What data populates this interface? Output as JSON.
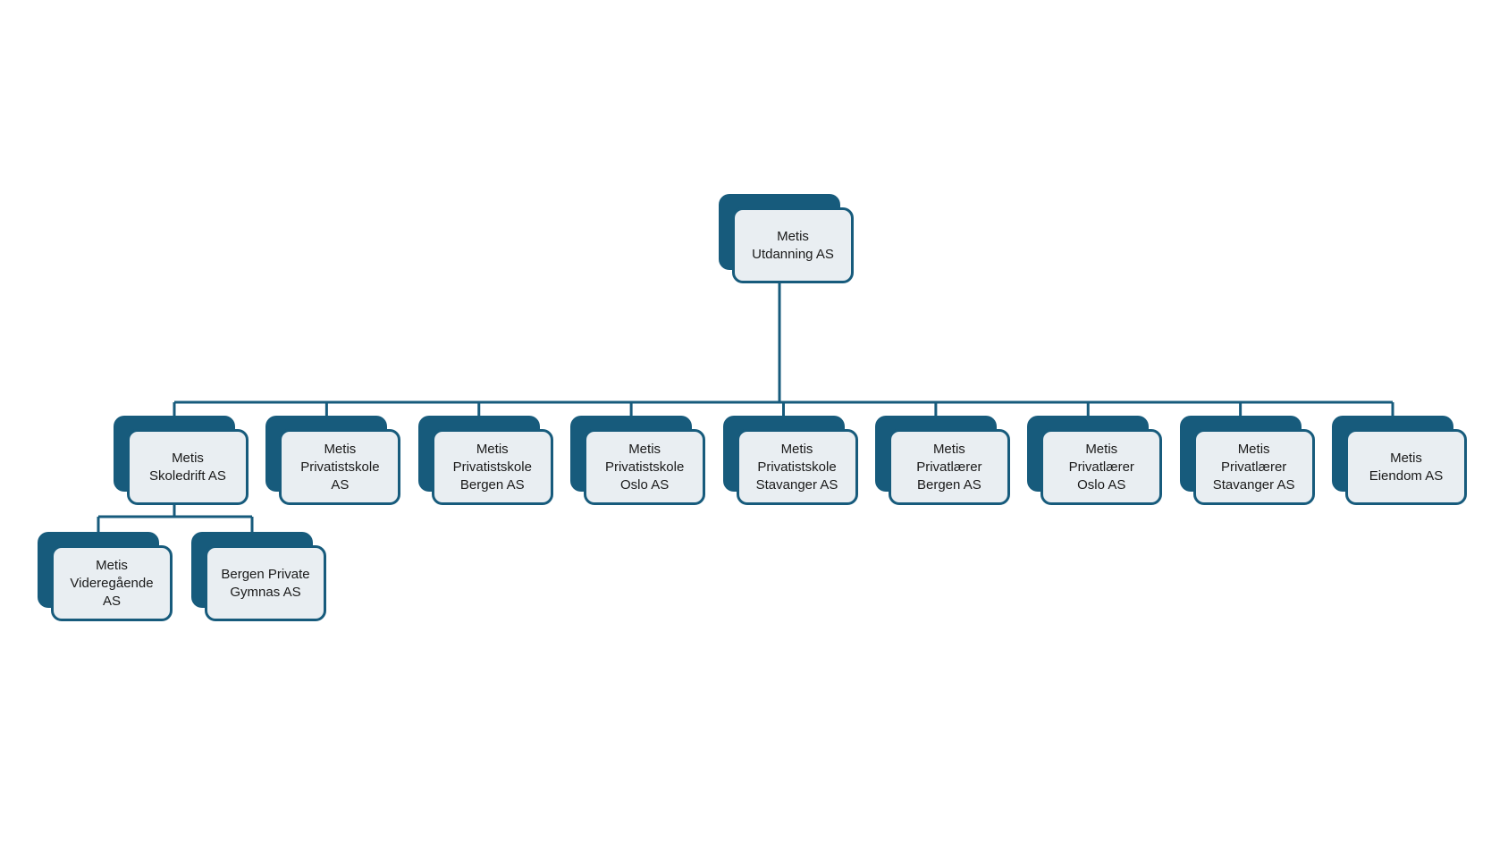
{
  "colors": {
    "accent": "#175B7C",
    "card_fill": "#E9EEF2",
    "line": "#175B7C",
    "text": "#1A1A1A",
    "background": "#FFFFFF"
  },
  "org_chart": {
    "root": {
      "id": "metis-utdanning",
      "label": "Metis Utdanning AS",
      "lines": [
        "Metis",
        "Utdanning AS"
      ]
    },
    "level2": [
      {
        "id": "metis-skoledrift",
        "label": "Metis Skoledrift AS",
        "lines": [
          "Metis",
          "Skoledrift AS"
        ]
      },
      {
        "id": "metis-privatistskole",
        "label": "Metis Privatistskole AS",
        "lines": [
          "Metis",
          "Privatistskole",
          "AS"
        ]
      },
      {
        "id": "metis-privatistskole-bergen",
        "label": "Metis Privatistskole Bergen AS",
        "lines": [
          "Metis",
          "Privatistskole",
          "Bergen AS"
        ]
      },
      {
        "id": "metis-privatistskole-oslo",
        "label": "Metis Privatistskole Oslo AS",
        "lines": [
          "Metis",
          "Privatistskole",
          "Oslo AS"
        ]
      },
      {
        "id": "metis-privatistskole-stavanger",
        "label": "Metis Privatistskole Stavanger AS",
        "lines": [
          "Metis",
          "Privatistskole",
          "Stavanger AS"
        ]
      },
      {
        "id": "metis-privatlaerer-bergen",
        "label": "Metis Privatlærer Bergen AS",
        "lines": [
          "Metis",
          "Privatlærer",
          "Bergen AS"
        ]
      },
      {
        "id": "metis-privatlaerer-oslo",
        "label": "Metis Privatlærer Oslo AS",
        "lines": [
          "Metis",
          "Privatlærer",
          "Oslo AS"
        ]
      },
      {
        "id": "metis-privatlaerer-stavanger",
        "label": "Metis Privatlærer Stavanger AS",
        "lines": [
          "Metis",
          "Privatlærer",
          "Stavanger AS"
        ]
      },
      {
        "id": "metis-eiendom",
        "label": "Metis Eiendom AS",
        "lines": [
          "Metis",
          "Eiendom AS"
        ]
      }
    ],
    "level3_parent": "metis-skoledrift",
    "level3": [
      {
        "id": "metis-videregaaende",
        "label": "Metis Videregående AS",
        "lines": [
          "Metis",
          "Videregående",
          "AS"
        ]
      },
      {
        "id": "bergen-private-gymnas",
        "label": "Bergen Private Gymnas AS",
        "lines": [
          "Bergen Private",
          "Gymnas AS"
        ]
      }
    ]
  }
}
